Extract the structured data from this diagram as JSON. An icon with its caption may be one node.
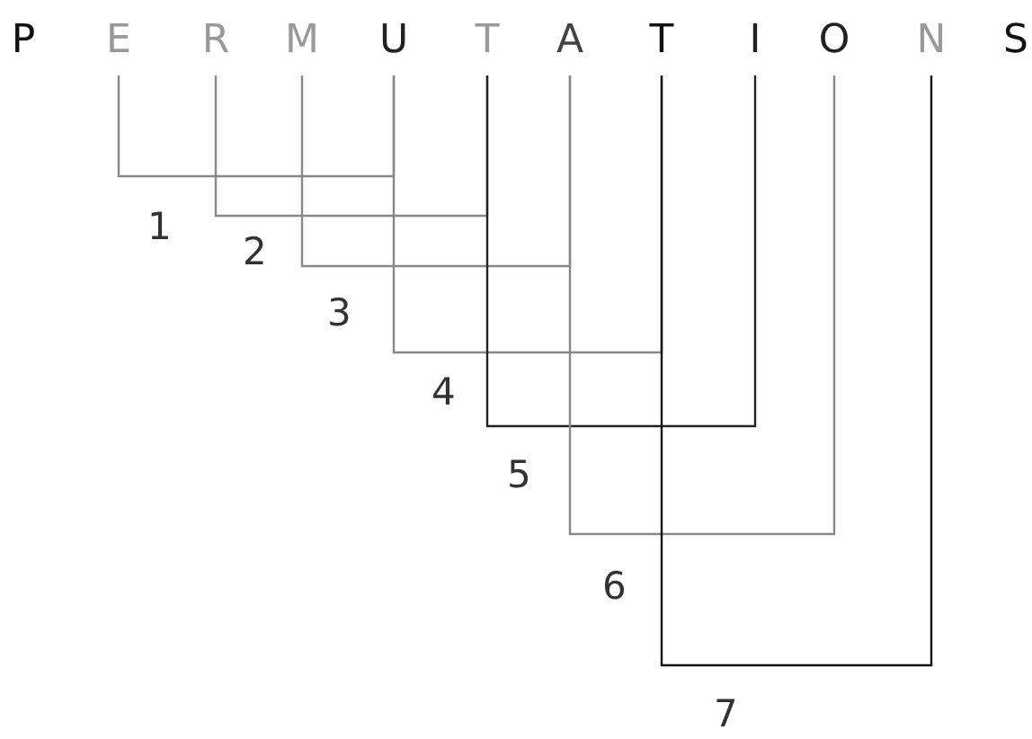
{
  "diagram": {
    "nodes": [
      {
        "text": [
          "P"
        ]
      },
      {
        "text": [
          "E"
        ]
      },
      {
        "text": [
          "R"
        ]
      },
      {
        "text": [
          "M"
        ]
      },
      {
        "text": [
          "U"
        ]
      },
      {
        "text": [
          "T"
        ]
      },
      {
        "text": [
          "A"
        ]
      },
      {
        "text": [
          "T"
        ]
      },
      {
        "text": [
          "I"
        ]
      },
      {
        "text": [
          "O"
        ]
      },
      {
        "text": [
          "N"
        ]
      },
      {
        "text": [
          "S"
        ]
      }
    ],
    "edges": [
      {
        "from": 1,
        "to": 4,
        "arrow": "none",
        "label": "1"
      },
      {
        "from": 2,
        "to": 5,
        "arrow": "none",
        "label": "2"
      },
      {
        "from": 3,
        "to": 6,
        "arrow": "none",
        "label": "3"
      },
      {
        "from": 4,
        "to": 7,
        "arrow": "none",
        "label": "4"
      },
      {
        "from": 5,
        "to": 8,
        "arrow": "none",
        "label": "5",
        "color": "#222222"
      },
      {
        "from": 6,
        "to": 9,
        "arrow": "none",
        "label": "6"
      },
      {
        "from": 7,
        "to": 10,
        "arrow": "none",
        "label": "7",
        "color": "#111111"
      }
    ]
  }
}
